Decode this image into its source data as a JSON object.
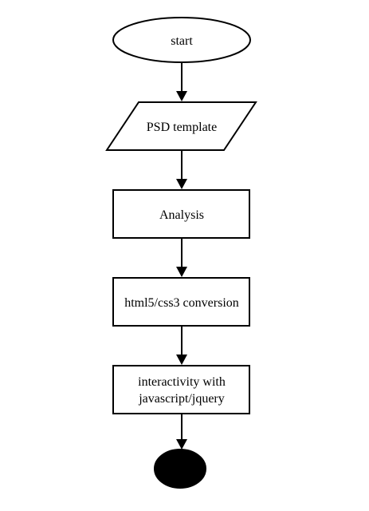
{
  "flowchart": {
    "start_label": "start",
    "steps": [
      {
        "id": "psd-template",
        "shape": "parallelogram",
        "lines": [
          "PSD template"
        ]
      },
      {
        "id": "analysis",
        "shape": "rectangle",
        "lines": [
          "Analysis"
        ]
      },
      {
        "id": "html5-css3-conversion",
        "shape": "rectangle",
        "lines": [
          "html5/css3 conversion"
        ]
      },
      {
        "id": "interactivity",
        "shape": "rectangle",
        "lines": [
          "interactivity with",
          "javascript/jquery"
        ]
      }
    ],
    "end_shape": "filled-ellipse"
  },
  "colors": {
    "stroke": "#000000",
    "fill": "#ffffff",
    "end_fill": "#000000"
  }
}
